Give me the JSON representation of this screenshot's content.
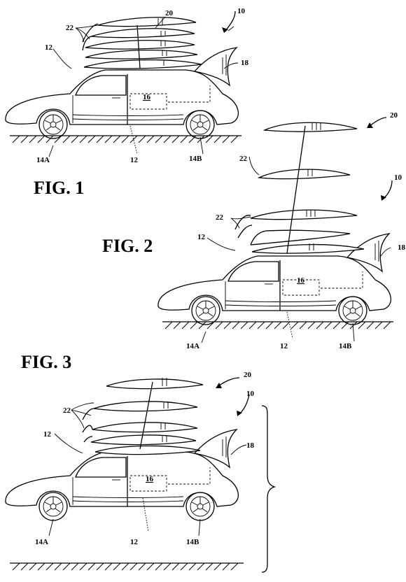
{
  "figures": [
    {
      "caption": "FIG. 1",
      "labels": {
        "assembly": "10",
        "vehicle_top": "12",
        "vehicle_bottom": "12",
        "front_wheel": "14A",
        "rear_wheel": "14B",
        "box": "16",
        "tail_fin": "18",
        "wing_stack": "20",
        "wings": "22"
      }
    },
    {
      "caption": "FIG. 2",
      "labels": {
        "assembly": "10",
        "vehicle_top": "12",
        "vehicle_bottom": "12",
        "front_wheel": "14A",
        "rear_wheel": "14B",
        "box": "16",
        "tail_fin": "18",
        "wing_stack": "20",
        "wings_upper": "22",
        "wings_lower": "22"
      }
    },
    {
      "caption": "FIG. 3",
      "labels": {
        "assembly": "10",
        "vehicle_top": "12",
        "vehicle_bottom": "12",
        "front_wheel": "14A",
        "rear_wheel": "14B",
        "box": "16",
        "tail_fin": "18",
        "wing_stack": "20",
        "wings": "22"
      }
    }
  ]
}
